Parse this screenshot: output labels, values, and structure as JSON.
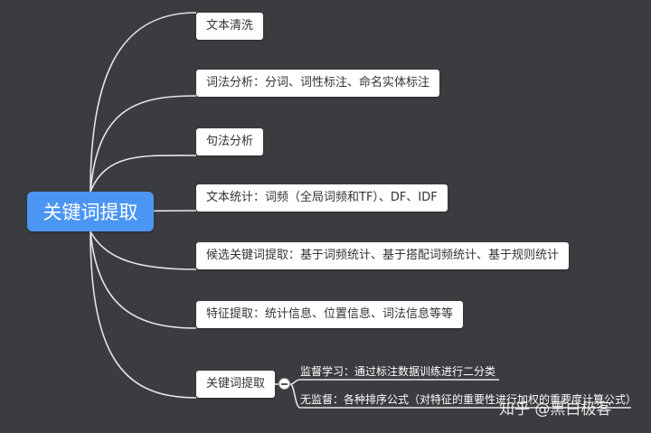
{
  "root": {
    "label": "关键词提取"
  },
  "branches": [
    {
      "label": "文本清洗"
    },
    {
      "label": "词法分析：分词、词性标注、命名实体标注"
    },
    {
      "label": "句法分析"
    },
    {
      "label": "文本统计：词频（全局词频和TF）、DF、IDF"
    },
    {
      "label": "候选关键词提取：基于词频统计、基于搭配词频统计、基于规则统计"
    },
    {
      "label": "特征提取：统计信息、位置信息、词法信息等等"
    },
    {
      "label": "关键词提取",
      "children": [
        {
          "label": "监督学习：通过标注数据训练进行二分类"
        },
        {
          "label": "无监督：各种排序公式（对特征的重要性进行加权的重要度计算公式）"
        }
      ]
    }
  ],
  "watermark": "知乎 @黑白极客",
  "colors": {
    "background": "#3a3c40",
    "root_fill": "#4b95f3",
    "node_fill": "#ffffff",
    "connector": "#e6e6e6"
  }
}
